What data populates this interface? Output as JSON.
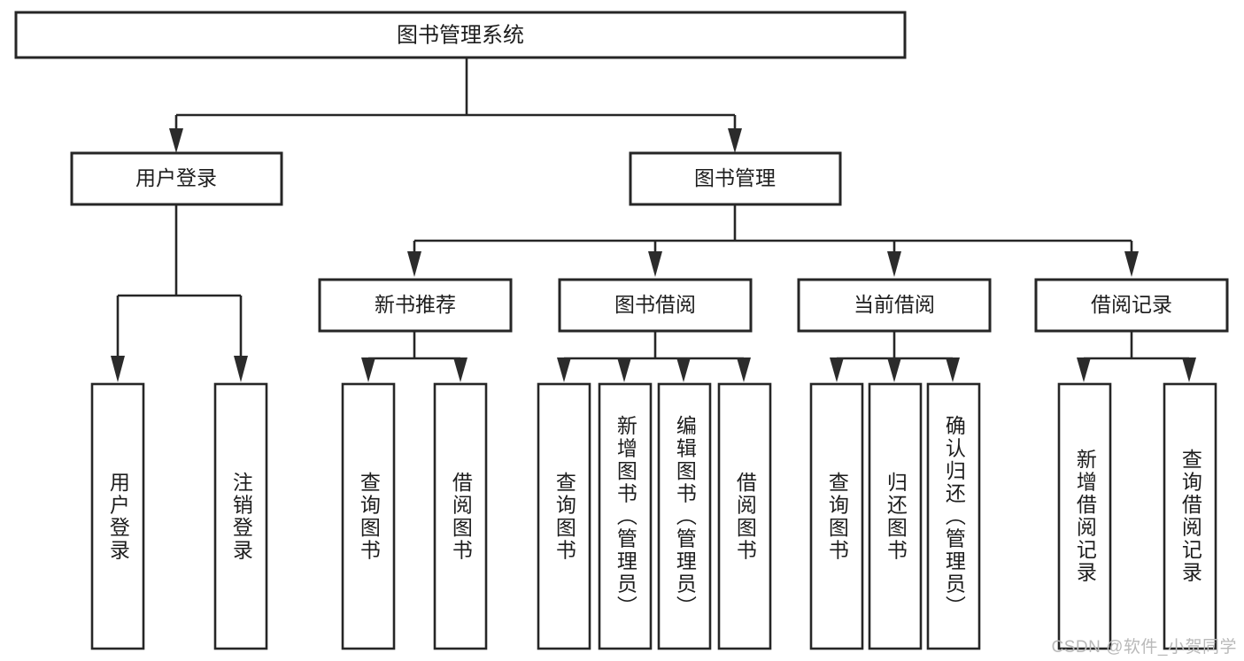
{
  "diagram": {
    "title": "图书管理系统",
    "type": "tree",
    "watermark": "CSDN @软件_小贺同学",
    "colors": {
      "background": "#ffffff",
      "stroke": "#262626",
      "text": "#1d1d1d",
      "watermark": "#b9b9b9"
    },
    "root": {
      "label": "图书管理系统"
    },
    "level2": [
      {
        "label": "用户登录"
      },
      {
        "label": "图书管理"
      }
    ],
    "level3": [
      {
        "label": "新书推荐"
      },
      {
        "label": "图书借阅"
      },
      {
        "label": "当前借阅"
      },
      {
        "label": "借阅记录"
      }
    ],
    "leaves": {
      "user_login": [
        {
          "label": "用户登录"
        },
        {
          "label": "注销登录"
        }
      ],
      "new_book_recommend": [
        {
          "label": "查询图书"
        },
        {
          "label": "借阅图书"
        }
      ],
      "book_borrow": [
        {
          "label": "查询图书"
        },
        {
          "label": "新增图书（管理员）"
        },
        {
          "label": "编辑图书（管理员）"
        },
        {
          "label": "借阅图书"
        }
      ],
      "current_borrow": [
        {
          "label": "查询图书"
        },
        {
          "label": "归还图书"
        },
        {
          "label": "确认归还（管理员）"
        }
      ],
      "borrow_record": [
        {
          "label": "新增借阅记录"
        },
        {
          "label": "查询借阅记录"
        }
      ]
    }
  }
}
